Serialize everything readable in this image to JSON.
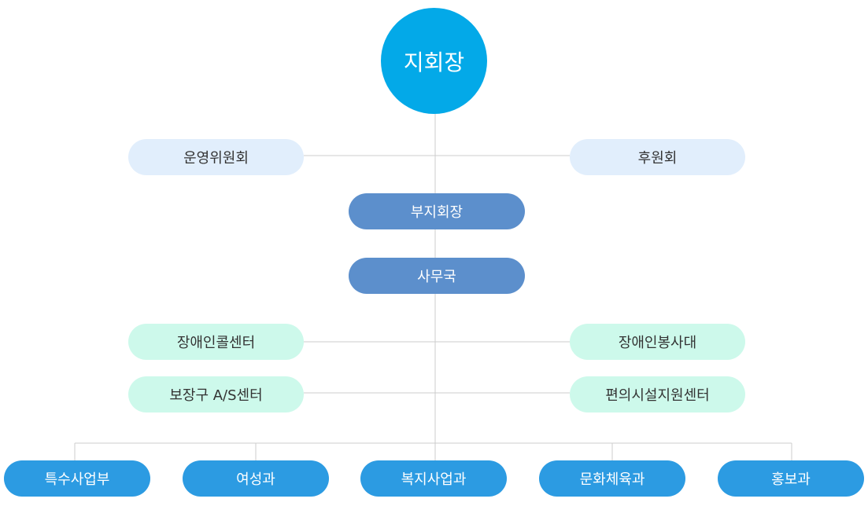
{
  "diagram": {
    "top": "지회장",
    "side_left_1": "운영위원회",
    "side_right_1": "후원회",
    "vice": "부지회장",
    "office": "사무국",
    "side_left_2": "장애인콜센터",
    "side_right_2": "장애인봉사대",
    "side_left_3": "보장구 A/S센터",
    "side_right_3": "편의시설지원센터",
    "departments": [
      "특수사업부",
      "여성과",
      "복지사업과",
      "문화체육과",
      "홍보과"
    ]
  },
  "colors": {
    "circle": "#03a9e8",
    "light_blue": "#e1eefc",
    "mid_blue": "#5c8fcc",
    "mint": "#cdf9eb",
    "bright_blue": "#2c9be2",
    "line": "#cccccc"
  }
}
